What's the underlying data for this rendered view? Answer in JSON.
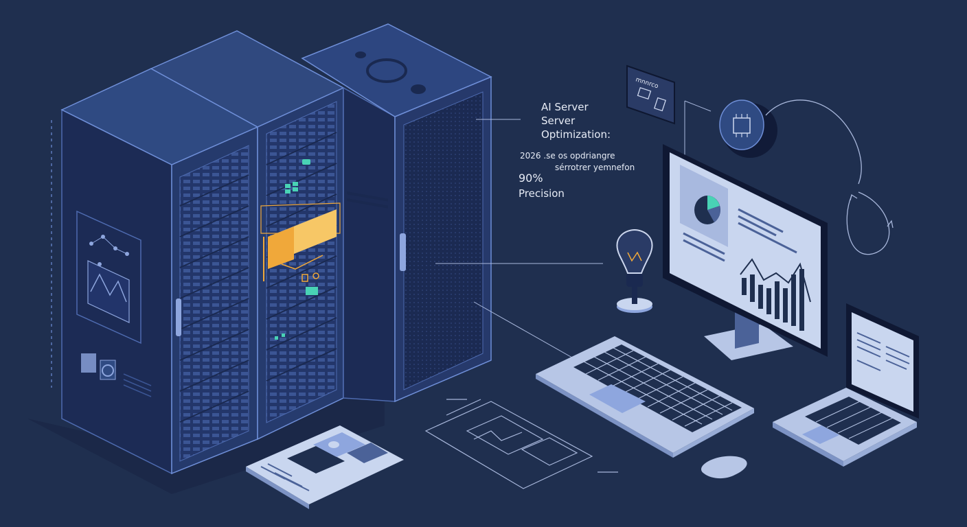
{
  "colors": {
    "background": "#1f2f4f",
    "rack_front": "#273c6d",
    "rack_side": "#1a2950",
    "rack_top": "#2f4a82",
    "outline": "#6f8fd8",
    "screen_light": "#c9d6ef",
    "highlight_orange": "#f0a83a",
    "accent_teal": "#49d3b5",
    "text": "#e7ecf6"
  },
  "annotation": {
    "title_line1": "AI Server",
    "title_line2": "Server",
    "title_line3": "Optimization:",
    "subtitle_line1": "2026 .se os opdriangre",
    "subtitle_line2": "sérrotrer yemnefon",
    "metric_value": "90%",
    "metric_label": "Precision"
  },
  "badge": {
    "label": "mnnrco"
  },
  "icons": [
    "lightbulb-icon",
    "processor-chip-icon",
    "cycle-arrows-icon",
    "pie-chart-icon",
    "bar-chart-icon"
  ]
}
